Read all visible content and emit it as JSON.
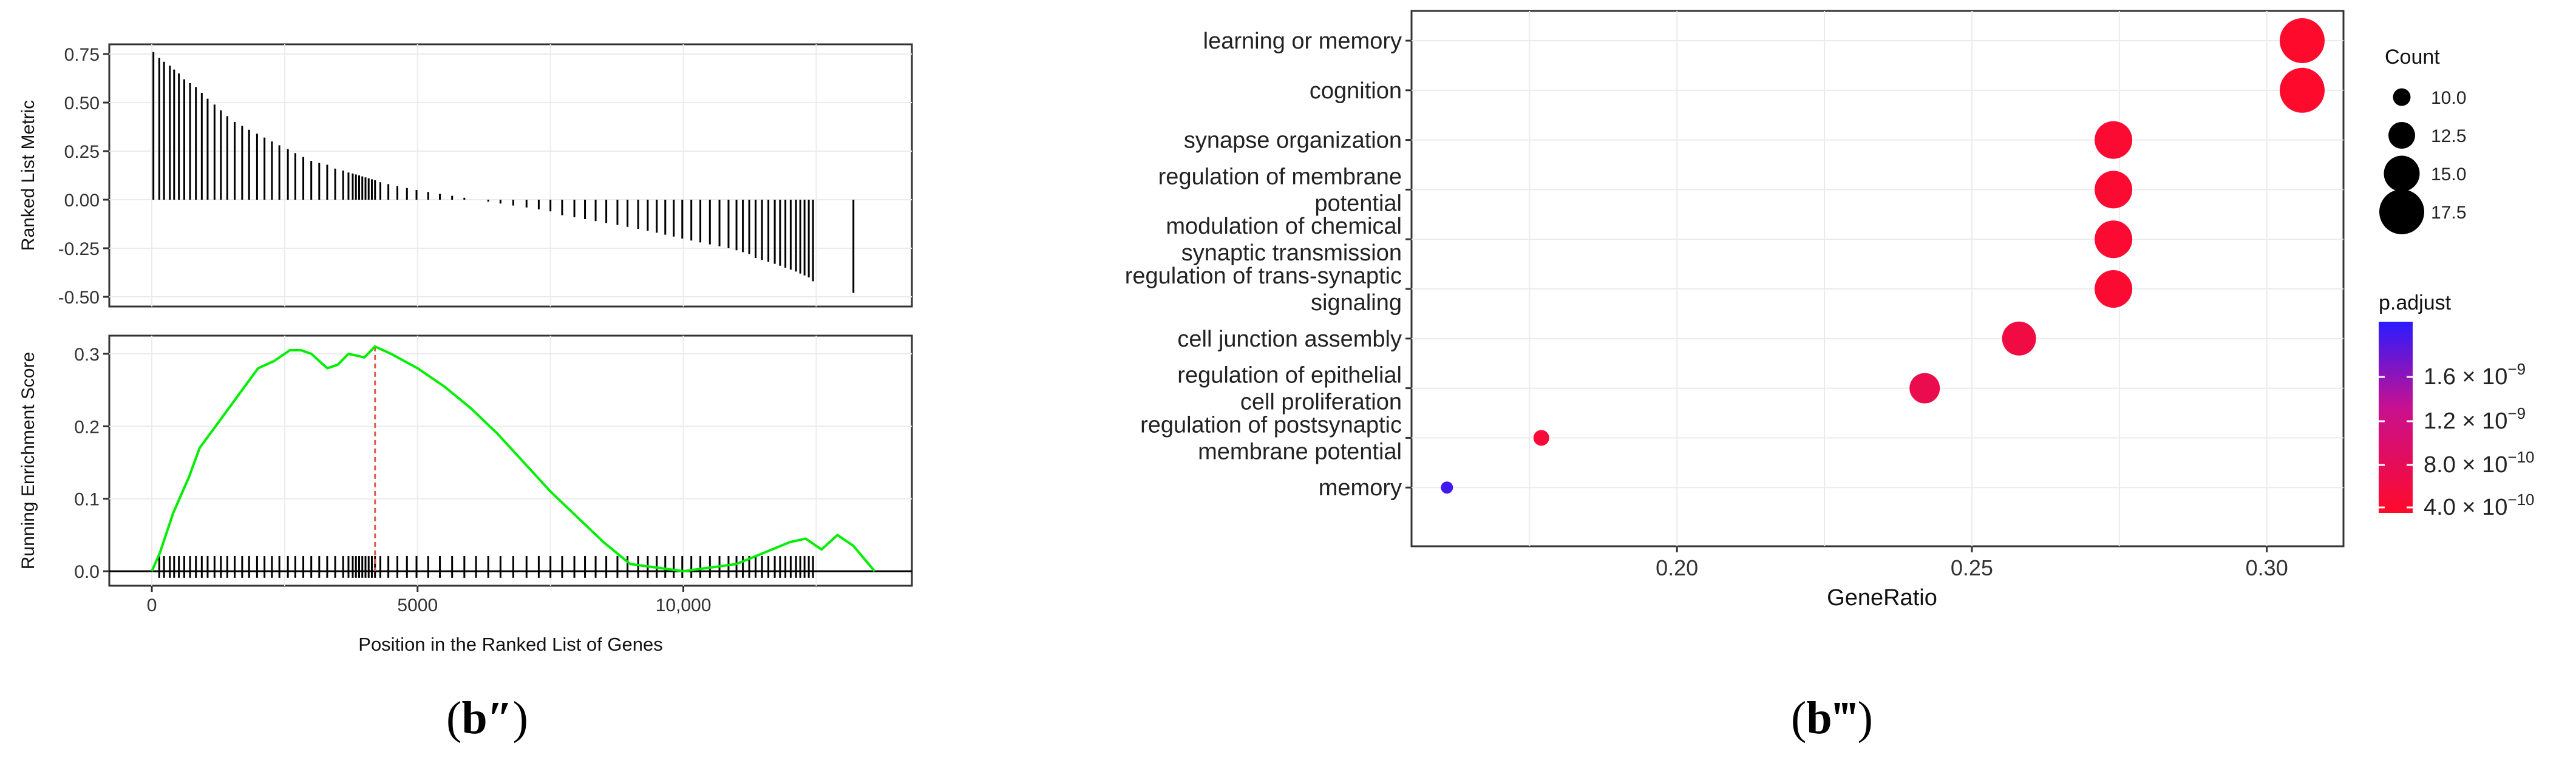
{
  "left_panel": {
    "caption": {
      "open": "(",
      "letter": "b″",
      "close": ")"
    },
    "top": {
      "ylabel": "Ranked List Metric",
      "ylim": [
        -0.55,
        0.8
      ],
      "yticks": [
        0.75,
        0.5,
        0.25,
        0.0,
        -0.25,
        -0.5
      ],
      "ytick_labels": [
        "0.75",
        "0.50",
        "0.25",
        "0.00",
        "-0.25",
        "-0.50"
      ]
    },
    "bottom": {
      "ylabel": "Running Enrichment Score",
      "ylim": [
        -0.02,
        0.325
      ],
      "yticks": [
        0.0,
        0.1,
        0.2,
        0.3
      ],
      "ytick_labels": [
        "0.0",
        "0.1",
        "0.2",
        "0.3"
      ],
      "xlabel": "Position in the Ranked List of Genes",
      "xticks": [
        0,
        5000,
        10000
      ],
      "xtick_labels": [
        "0",
        "5000",
        "10,000"
      ]
    }
  },
  "right_panel": {
    "caption": {
      "open": "(",
      "letter": "b‴",
      "close": ")"
    },
    "xlabel": "GeneRatio",
    "xticks": [
      0.2,
      0.25,
      0.3
    ],
    "xtick_labels": [
      "0.20",
      "0.25",
      "0.30"
    ],
    "size_legend_title": "Count",
    "size_legend_labels": [
      "10.0",
      "12.5",
      "15.0",
      "17.5"
    ],
    "color_legend_title": "p.adjust",
    "color_legend_labels": [
      {
        "mant": "1.6 × 10",
        "exp": "−9"
      },
      {
        "mant": "1.2 × 10",
        "exp": "−9"
      },
      {
        "mant": "8.0 × 10",
        "exp": "−10"
      },
      {
        "mant": "4.0 × 10",
        "exp": "−10"
      }
    ],
    "colors": {
      "high": "#2b1bff",
      "low": "#ff0a2a"
    }
  },
  "chart_data": [
    {
      "type": "line",
      "title": "",
      "xlabel": "Position in the Ranked List of Genes",
      "ylabel": "Running Enrichment Score",
      "xlim": [
        -800,
        14300
      ],
      "ylim": [
        -0.02,
        0.325
      ],
      "peak": {
        "x": 4200,
        "y": 0.31
      },
      "series": [
        {
          "x": [
            0,
            150,
            400,
            700,
            900,
            1200,
            1500,
            1800,
            2000,
            2300,
            2600,
            2800,
            3000,
            3300,
            3500,
            3700,
            4000,
            4200,
            4500,
            5000,
            5500,
            6000,
            6500,
            7000,
            7500,
            8000,
            8500,
            9000,
            9500,
            10000,
            10500,
            11000,
            11500,
            12000,
            12300,
            12600,
            12900,
            13200,
            13600
          ],
          "y": [
            0.0,
            0.025,
            0.08,
            0.13,
            0.17,
            0.2,
            0.23,
            0.26,
            0.28,
            0.29,
            0.305,
            0.305,
            0.3,
            0.28,
            0.285,
            0.3,
            0.295,
            0.31,
            0.3,
            0.28,
            0.255,
            0.225,
            0.19,
            0.15,
            0.11,
            0.075,
            0.04,
            0.01,
            0.005,
            0.0,
            0.005,
            0.01,
            0.025,
            0.04,
            0.045,
            0.03,
            0.05,
            0.035,
            0.0
          ]
        }
      ],
      "hit_positions": [
        140,
        230,
        340,
        420,
        510,
        610,
        720,
        830,
        940,
        1050,
        1180,
        1300,
        1420,
        1560,
        1700,
        1830,
        1980,
        2120,
        2260,
        2400,
        2560,
        2700,
        2850,
        3000,
        3150,
        3300,
        3450,
        3600,
        3700,
        3780,
        3840,
        3900,
        3960,
        4020,
        4080,
        4140,
        4200,
        4300,
        4450,
        4620,
        4800,
        4980,
        5200,
        5420,
        5650,
        5880,
        6100,
        6330,
        6560,
        6800,
        7050,
        7280,
        7500,
        7720,
        7950,
        8150,
        8350,
        8550,
        8760,
        8950,
        9150,
        9330,
        9500,
        9660,
        9820,
        9980,
        10150,
        10320,
        10500,
        10680,
        10850,
        11000,
        11120,
        11240,
        11360,
        11480,
        11600,
        11720,
        11820,
        11920,
        12020,
        12120,
        12200,
        12280,
        12360,
        12440
      ]
    },
    {
      "type": "bar",
      "title": "",
      "ylabel": "Ranked List Metric",
      "note": "ranked metric at each gene-set member position",
      "ylim": [
        -0.55,
        0.8
      ],
      "x": [
        30,
        140,
        230,
        340,
        420,
        510,
        610,
        720,
        830,
        940,
        1050,
        1180,
        1300,
        1420,
        1560,
        1700,
        1830,
        1980,
        2120,
        2260,
        2400,
        2560,
        2700,
        2850,
        3000,
        3150,
        3300,
        3450,
        3600,
        3700,
        3780,
        3840,
        3900,
        3960,
        4020,
        4080,
        4140,
        4200,
        4300,
        4450,
        4620,
        4800,
        4980,
        5200,
        5420,
        5650,
        5880,
        6100,
        6330,
        6560,
        6800,
        7050,
        7280,
        7500,
        7720,
        7950,
        8150,
        8350,
        8550,
        8760,
        8950,
        9150,
        9330,
        9500,
        9660,
        9820,
        9980,
        10150,
        10320,
        10500,
        10680,
        10850,
        11000,
        11120,
        11240,
        11360,
        11480,
        11600,
        11720,
        11820,
        11920,
        12020,
        12120,
        12200,
        12280,
        12360,
        12440,
        13200
      ],
      "values": [
        0.76,
        0.73,
        0.71,
        0.69,
        0.67,
        0.65,
        0.62,
        0.6,
        0.58,
        0.55,
        0.52,
        0.49,
        0.46,
        0.43,
        0.4,
        0.38,
        0.36,
        0.34,
        0.32,
        0.3,
        0.28,
        0.26,
        0.24,
        0.22,
        0.2,
        0.19,
        0.18,
        0.16,
        0.15,
        0.14,
        0.135,
        0.13,
        0.125,
        0.12,
        0.115,
        0.11,
        0.105,
        0.1,
        0.09,
        0.08,
        0.07,
        0.06,
        0.05,
        0.04,
        0.03,
        0.02,
        0.01,
        0.0,
        -0.01,
        -0.02,
        -0.03,
        -0.04,
        -0.05,
        -0.06,
        -0.08,
        -0.09,
        -0.1,
        -0.11,
        -0.12,
        -0.13,
        -0.14,
        -0.15,
        -0.16,
        -0.17,
        -0.18,
        -0.19,
        -0.2,
        -0.21,
        -0.22,
        -0.23,
        -0.24,
        -0.25,
        -0.26,
        -0.27,
        -0.28,
        -0.3,
        -0.31,
        -0.32,
        -0.33,
        -0.34,
        -0.35,
        -0.36,
        -0.37,
        -0.38,
        -0.39,
        -0.4,
        -0.42,
        -0.48
      ]
    },
    {
      "type": "scatter",
      "title": "",
      "xlabel": "GeneRatio",
      "ylabel": "",
      "xlim": [
        0.155,
        0.313
      ],
      "categories": [
        "learning or memory",
        "cognition",
        "synapse organization",
        "regulation of membrane\npotential",
        "modulation of chemical\nsynaptic transmission",
        "regulation of trans-synaptic\nsignaling",
        "cell junction assembly",
        "regulation of epithelial\ncell proliferation",
        "regulation of postsynaptic\nmembrane potential",
        "memory"
      ],
      "gene_ratio": [
        0.306,
        0.306,
        0.274,
        0.274,
        0.274,
        0.274,
        0.258,
        0.242,
        0.177,
        0.161
      ],
      "count": [
        19,
        19,
        17,
        17,
        17,
        17,
        16,
        15,
        11,
        10
      ],
      "p_adjust": [
        2e-10,
        2e-10,
        2.5e-10,
        2.5e-10,
        2.5e-10,
        2.5e-10,
        4e-10,
        5e-10,
        3e-10,
        1.7e-09
      ],
      "size_legend": [
        10.0,
        12.5,
        15.0,
        17.5
      ],
      "color_range": [
        1.8e-10,
        1.8e-09
      ]
    }
  ]
}
